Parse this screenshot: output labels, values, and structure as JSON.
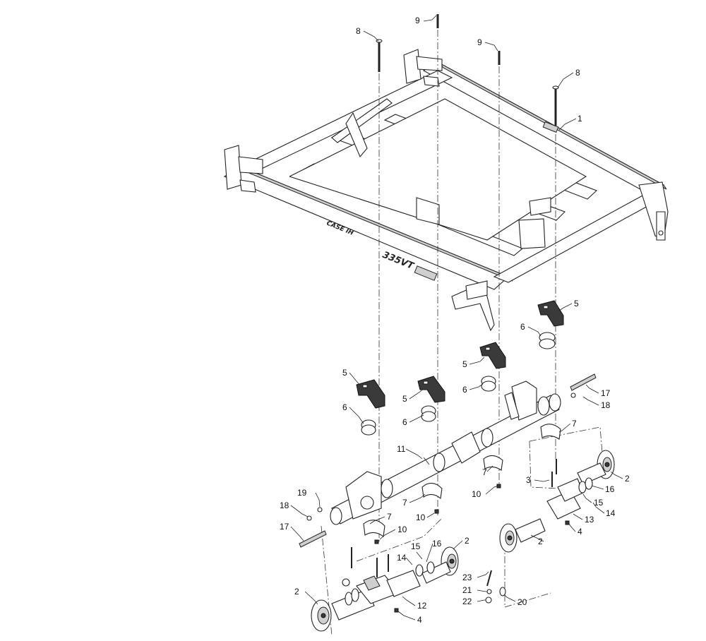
{
  "callouts": [
    {
      "id": "c1",
      "text": "1"
    },
    {
      "id": "c2a",
      "text": "2"
    },
    {
      "id": "c2b",
      "text": "2"
    },
    {
      "id": "c2c",
      "text": "2"
    },
    {
      "id": "c2d",
      "text": "2"
    },
    {
      "id": "c3",
      "text": "3"
    },
    {
      "id": "c4a",
      "text": "4"
    },
    {
      "id": "c4b",
      "text": "4"
    },
    {
      "id": "c5a",
      "text": "5"
    },
    {
      "id": "c5b",
      "text": "5"
    },
    {
      "id": "c5c",
      "text": "5"
    },
    {
      "id": "c5d",
      "text": "5"
    },
    {
      "id": "c6a",
      "text": "6"
    },
    {
      "id": "c6b",
      "text": "6"
    },
    {
      "id": "c6c",
      "text": "6"
    },
    {
      "id": "c6d",
      "text": "6"
    },
    {
      "id": "c7a",
      "text": "7"
    },
    {
      "id": "c7b",
      "text": "7"
    },
    {
      "id": "c7c",
      "text": "7"
    },
    {
      "id": "c7d",
      "text": "7"
    },
    {
      "id": "c8a",
      "text": "8"
    },
    {
      "id": "c8b",
      "text": "8"
    },
    {
      "id": "c9a",
      "text": "9"
    },
    {
      "id": "c9b",
      "text": "9"
    },
    {
      "id": "c10a",
      "text": "10"
    },
    {
      "id": "c10b",
      "text": "10"
    },
    {
      "id": "c10c",
      "text": "10"
    },
    {
      "id": "c11",
      "text": "11"
    },
    {
      "id": "c12",
      "text": "12"
    },
    {
      "id": "c13",
      "text": "13"
    },
    {
      "id": "c14a",
      "text": "14"
    },
    {
      "id": "c14b",
      "text": "14"
    },
    {
      "id": "c15a",
      "text": "15"
    },
    {
      "id": "c15b",
      "text": "15"
    },
    {
      "id": "c16a",
      "text": "16"
    },
    {
      "id": "c16b",
      "text": "16"
    },
    {
      "id": "c17a",
      "text": "17"
    },
    {
      "id": "c17b",
      "text": "17"
    },
    {
      "id": "c18a",
      "text": "18"
    },
    {
      "id": "c18b",
      "text": "18"
    },
    {
      "id": "c19",
      "text": "19"
    },
    {
      "id": "c20",
      "text": "20"
    },
    {
      "id": "c21",
      "text": "21"
    },
    {
      "id": "c22",
      "text": "22"
    },
    {
      "id": "c23",
      "text": "23"
    }
  ],
  "decals": {
    "model": "335VT",
    "brand": "CASE IH"
  },
  "colors": {
    "line": "#222222",
    "background": "#ffffff"
  }
}
